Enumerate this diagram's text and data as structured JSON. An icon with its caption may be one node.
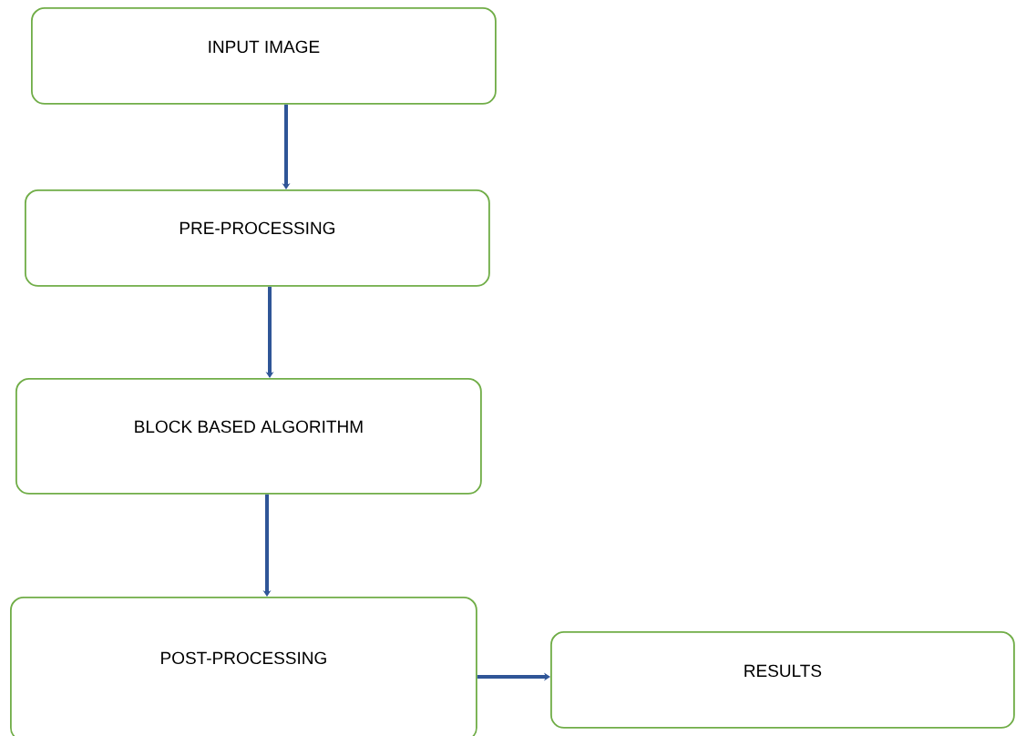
{
  "diagram": {
    "nodes": [
      {
        "text": [
          "INPUT IMAGE"
        ]
      },
      {
        "text": [
          "PRE-PROCESSING"
        ]
      },
      {
        "text": [
          "BLOCK BASED ALGORITHM"
        ]
      },
      {
        "text": [
          "POST-PROCESSING"
        ]
      },
      {
        "text": [
          "RESULTS"
        ]
      }
    ],
    "edges": [
      {
        "from": 0,
        "to": 1,
        "arrow": "to"
      },
      {
        "from": 1,
        "to": 2,
        "arrow": "to"
      },
      {
        "from": 2,
        "to": 3,
        "arrow": "to"
      },
      {
        "from": 3,
        "to": 4,
        "arrow": "to"
      }
    ]
  }
}
